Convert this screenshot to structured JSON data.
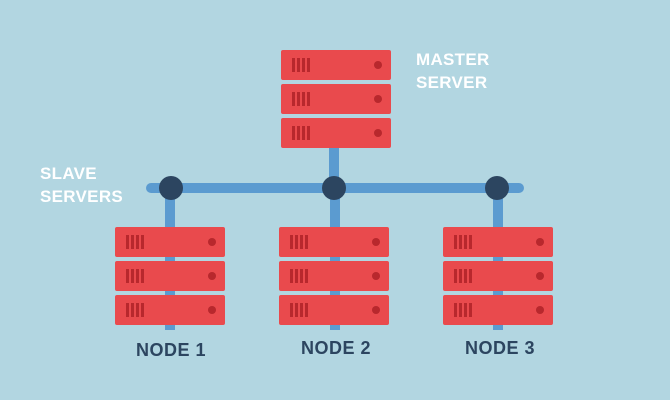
{
  "colors": {
    "background": "#b2d6e1",
    "server_body": "#e94a4d",
    "server_detail": "#b8282d",
    "connector_line": "#5b9bd0",
    "junction_node": "#2c4560",
    "label_white": "#ffffff",
    "label_dark": "#2c4560"
  },
  "master": {
    "label_line1": "MASTER",
    "label_line2": "SERVER"
  },
  "slaves": {
    "label_line1": "SLAVE",
    "label_line2": "SERVERS"
  },
  "nodes": [
    {
      "label": "NODE 1"
    },
    {
      "label": "NODE 2"
    },
    {
      "label": "NODE 3"
    }
  ],
  "icons": {
    "server_rack": "server-rack-icon",
    "junction": "network-junction-icon"
  }
}
